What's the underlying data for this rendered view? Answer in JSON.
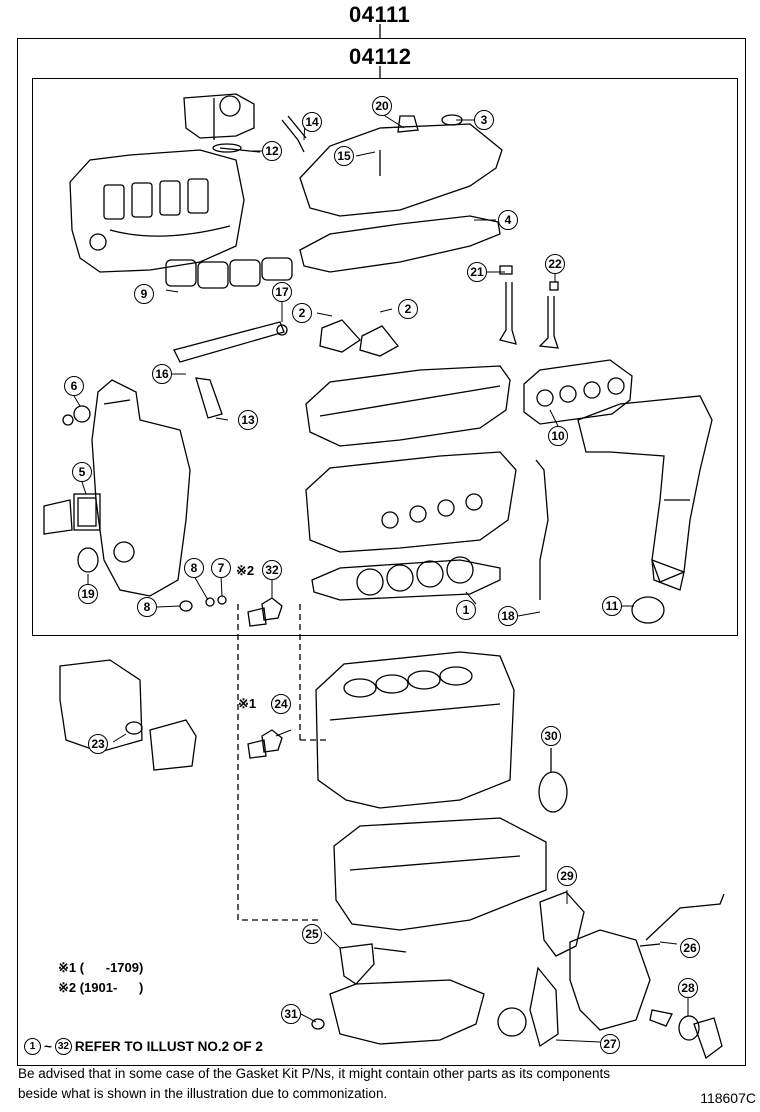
{
  "header": {
    "outer_code": "04111",
    "inner_code": "04112"
  },
  "callouts": [
    "1",
    "2",
    "2",
    "3",
    "4",
    "5",
    "6",
    "7",
    "8",
    "8",
    "9",
    "10",
    "11",
    "12",
    "13",
    "14",
    "15",
    "16",
    "17",
    "18",
    "19",
    "20",
    "21",
    "22",
    "23",
    "24",
    "25",
    "26",
    "27",
    "28",
    "29",
    "30",
    "31",
    "32"
  ],
  "notes": {
    "note1": "※1 (      -1709)",
    "note2": "※2 (1901-      )",
    "mark1": "※1",
    "mark2": "※2"
  },
  "refer": {
    "from": "1",
    "to": "32",
    "text": "REFER TO ILLUST NO.2 OF 2",
    "tilde": "~"
  },
  "disclaimer": "Be advised that in some case of the Gasket Kit P/Ns,  it might contain other parts as its components beside what is shown in the illustration due to commonization.",
  "figure_number": "118607C"
}
